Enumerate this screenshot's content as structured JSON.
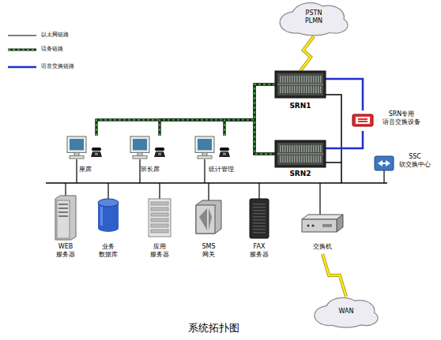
{
  "diagram": {
    "caption": "系统拓扑图",
    "nodes": [
      {
        "text": [
          "PSTN PLMN"
        ]
      },
      {
        "text": [
          "SRN1"
        ]
      },
      {
        "text": [
          "SRN专用 语音交换设备"
        ]
      },
      {
        "text": [
          "座席"
        ]
      },
      {
        "text": [
          "班长席"
        ]
      },
      {
        "text": [
          "统计管理"
        ]
      },
      {
        "text": [
          "SRN2"
        ]
      },
      {
        "text": [
          "SSC 软交换中心"
        ]
      },
      {
        "text": [
          "WEB 服务器"
        ]
      },
      {
        "text": [
          "业务 数据库"
        ]
      },
      {
        "text": [
          "应用 服务器"
        ]
      },
      {
        "text": [
          "SMS 网关"
        ]
      },
      {
        "text": [
          "FAX 服务器"
        ]
      },
      {
        "text": [
          "交换机"
        ]
      },
      {
        "text": [
          "WAN"
        ]
      }
    ],
    "edges": [
      {
        "from": 0,
        "to": 1,
        "arrow": "none"
      },
      {
        "from": 1,
        "to": 2,
        "arrow": "none"
      },
      {
        "from": 6,
        "to": 2,
        "arrow": "none"
      },
      {
        "from": 3,
        "to": 1,
        "arrow": "none"
      },
      {
        "from": 3,
        "to": 6,
        "arrow": "none"
      },
      {
        "from": 4,
        "to": 1,
        "arrow": "none"
      },
      {
        "from": 4,
        "to": 6,
        "arrow": "none"
      },
      {
        "from": 5,
        "to": 1,
        "arrow": "none"
      },
      {
        "from": 5,
        "to": 6,
        "arrow": "none"
      },
      {
        "from": 13,
        "to": 14,
        "arrow": "none"
      }
    ],
    "legend": [
      {
        "text": "以太网链路"
      },
      {
        "text": "话务链路"
      },
      {
        "text": "语音交换链路"
      }
    ]
  }
}
